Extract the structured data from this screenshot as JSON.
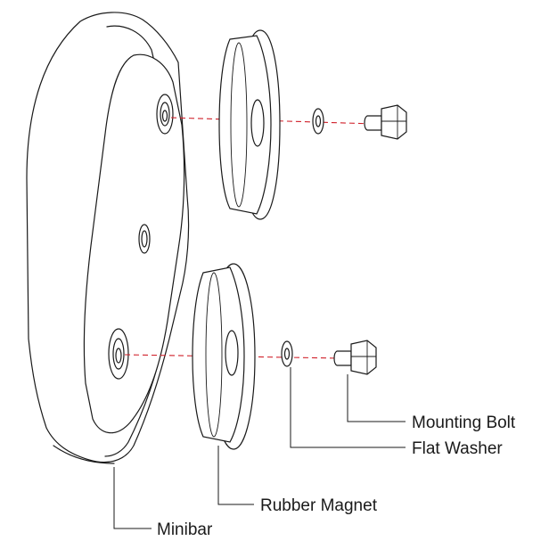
{
  "labels": {
    "mounting_bolt": "Mounting Bolt",
    "flat_washer": "Flat Washer",
    "rubber_magnet": "Rubber Magnet",
    "minibar": "Minibar"
  },
  "colors": {
    "line": "#1a1a1a",
    "axis": "#d0202a",
    "background": "#ffffff"
  }
}
